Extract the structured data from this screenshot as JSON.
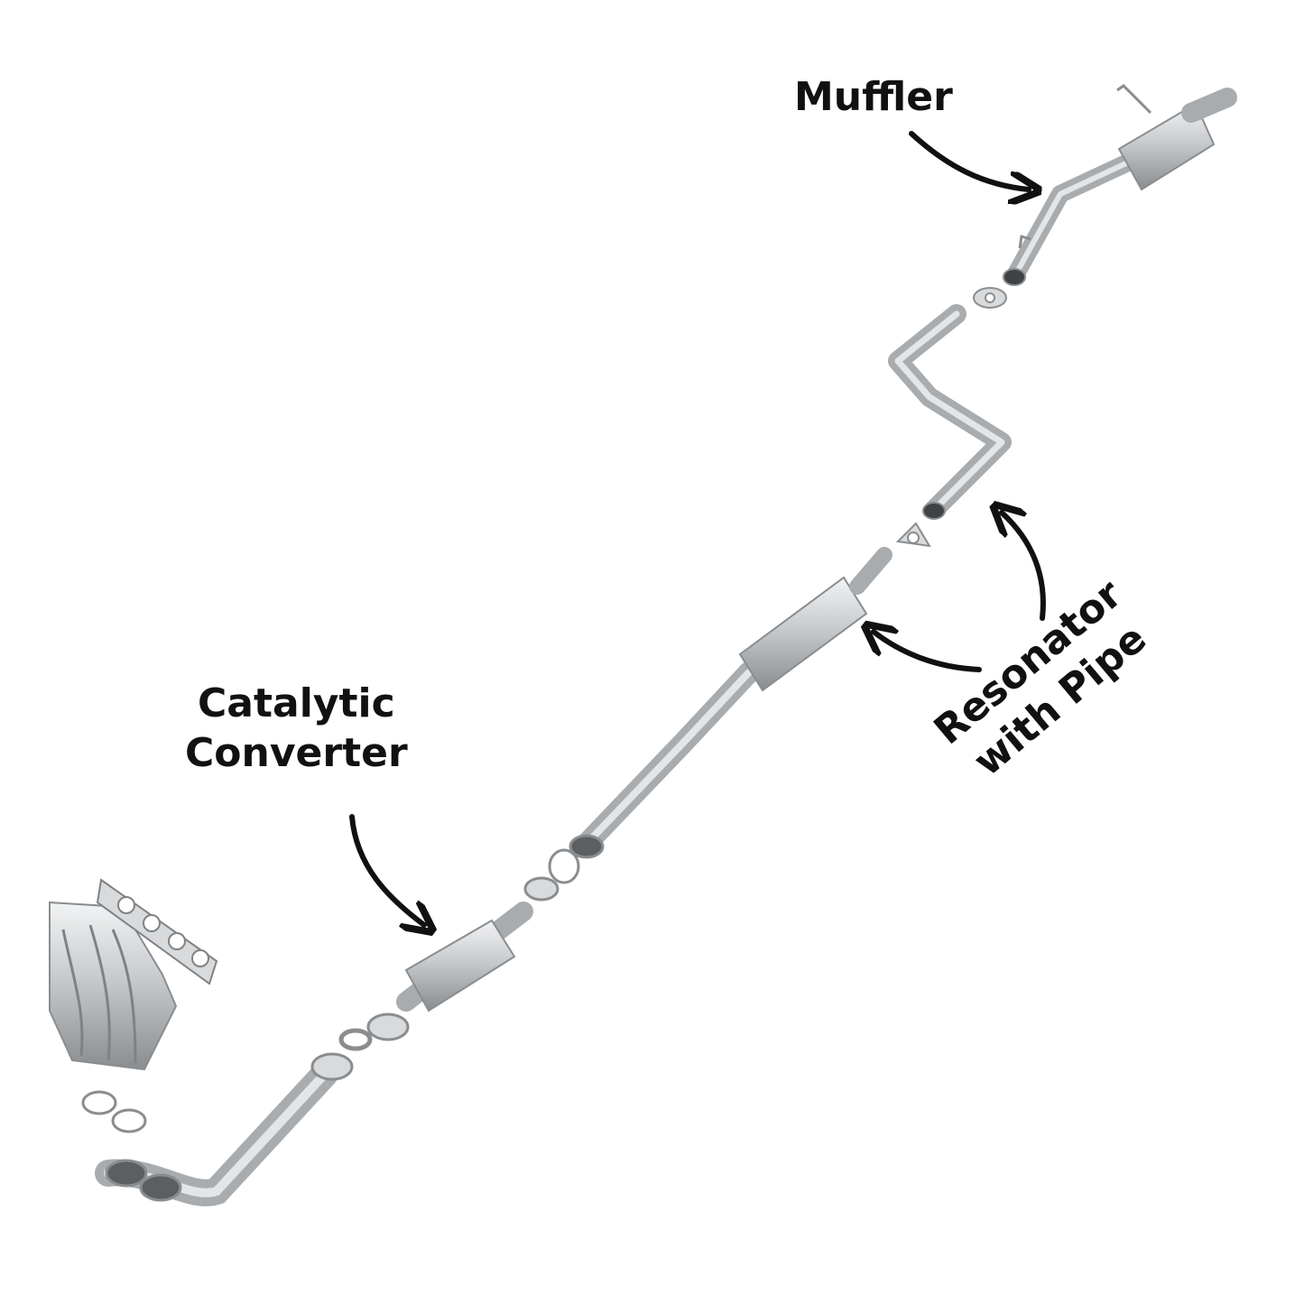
{
  "labels": {
    "muffler": "Muffler",
    "catalytic_line1": "Catalytic",
    "catalytic_line2": "Converter",
    "resonator_line1": "Resonator",
    "resonator_line2": "with Pipe"
  },
  "colors": {
    "background": "#ffffff",
    "text": "#111111",
    "arrow": "#111111",
    "metal_dark": "#8a8d90",
    "metal_mid": "#b9bcbf",
    "metal_light": "#e6e7e8"
  }
}
